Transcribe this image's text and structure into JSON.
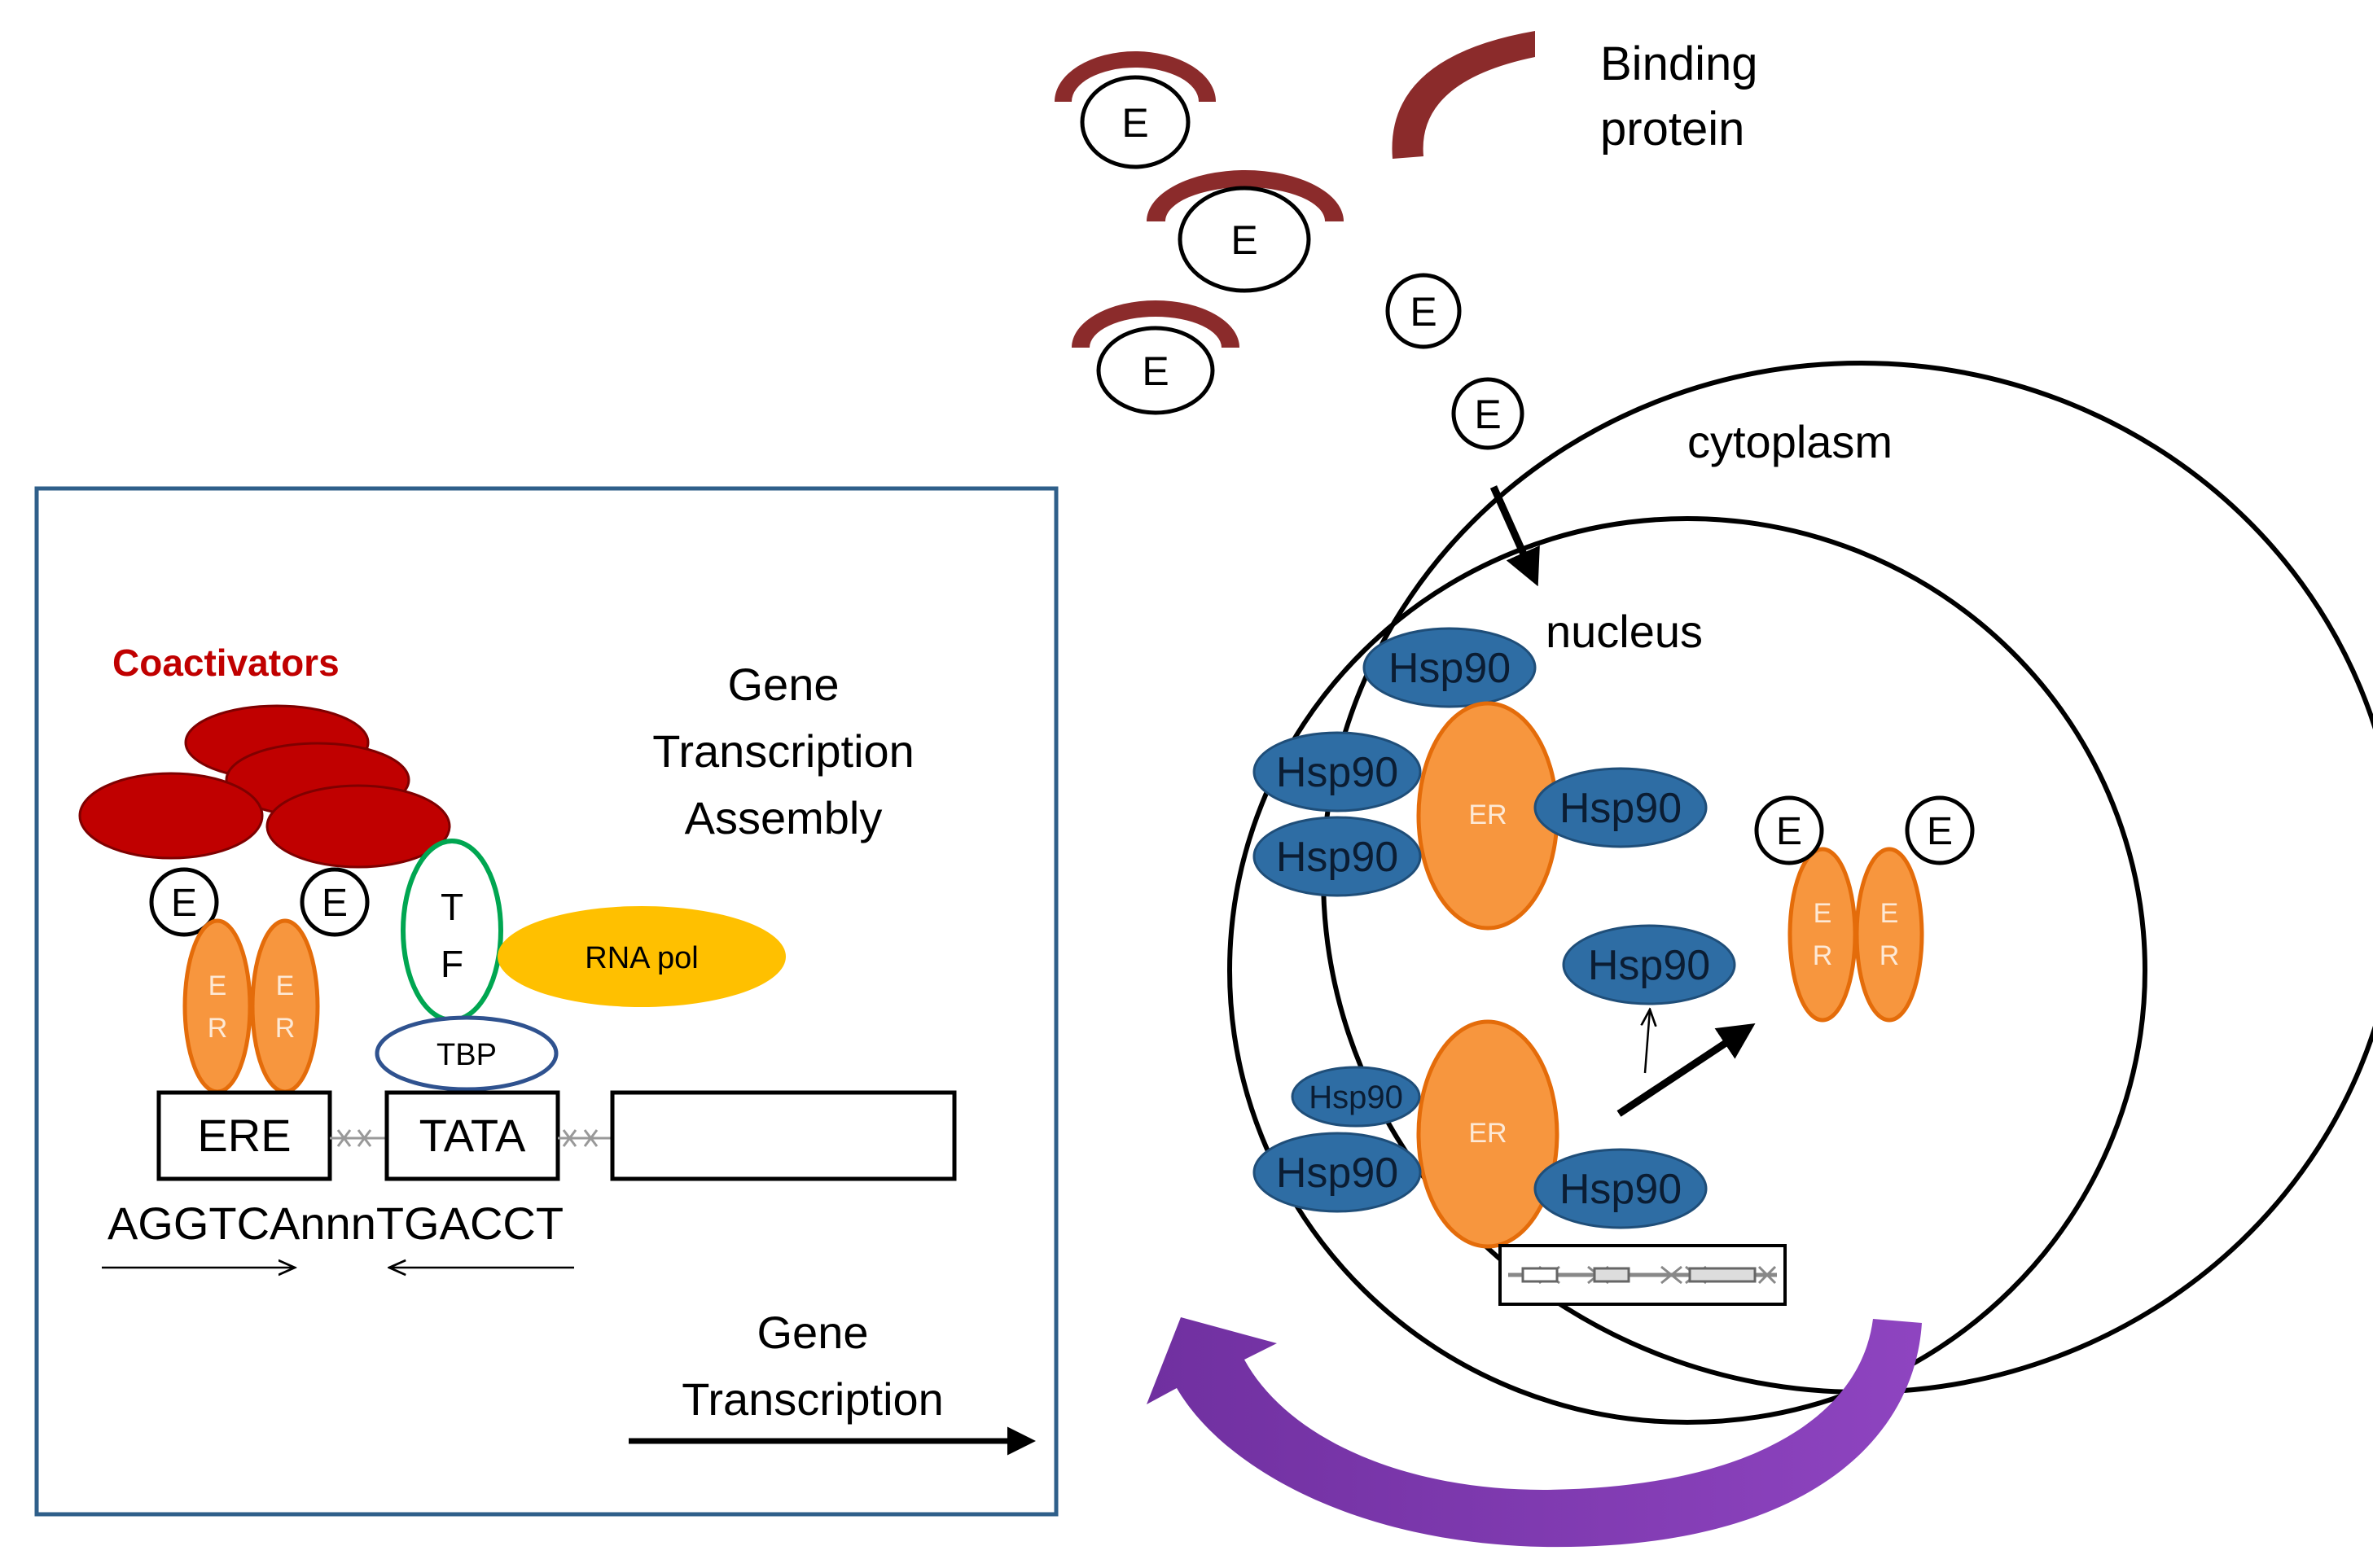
{
  "labels": {
    "estrogen": "E",
    "binding_protein_line1": "Binding",
    "binding_protein_line2": "protein",
    "cytoplasm": "cytoplasm",
    "nucleus": "nucleus",
    "hsp90": "Hsp90",
    "er": "ER",
    "er_e": "E",
    "er_r": "R",
    "coactivators": "Coactivators",
    "assembly_line1": "Gene",
    "assembly_line2": "Transcription",
    "assembly_line3": "Assembly",
    "tf_t": "T",
    "tf_f": "F",
    "rna_pol": "RNA pol",
    "tbp": "TBP",
    "ere": "ERE",
    "tata": "TATA",
    "sequence": "AGGTCAnnnTGACCT",
    "gene_transcription_line1": "Gene",
    "gene_transcription_line2": "Transcription"
  },
  "colors": {
    "binding_protein": "#8B2B2B",
    "hsp90": "#2E6DA4",
    "hsp90_border": "#1F4E79",
    "er": "#F7963E",
    "er_border": "#E46C0A",
    "coactivator": "#C00000",
    "coactivator_border": "#7F0000",
    "tf_border": "#00A651",
    "rna_pol": "#FFC000",
    "tbp_border": "#2F528F",
    "panel_border": "#2F5F8A",
    "recycle_arrow": "#7030A0",
    "coactivators_text": "#C00000"
  }
}
